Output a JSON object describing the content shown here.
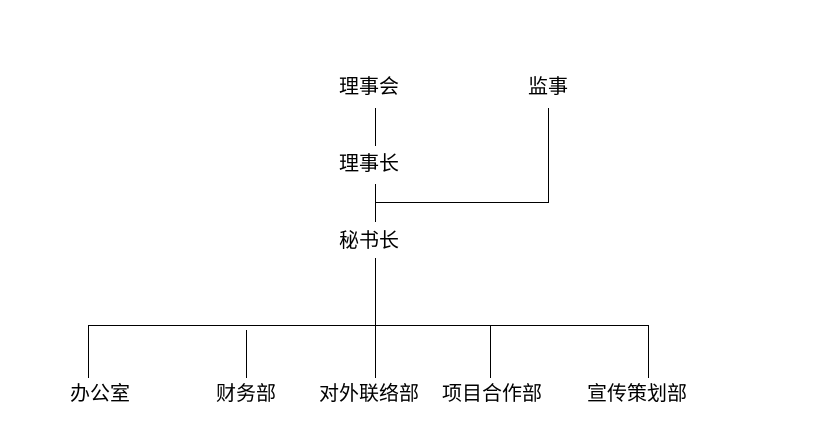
{
  "org_chart": {
    "council": "理事会",
    "supervisor": "监事",
    "chairman": "理事长",
    "secretary_general": "秘书长",
    "departments": [
      {
        "label": "办公室"
      },
      {
        "label": "财务部"
      },
      {
        "label": "对外联络部"
      },
      {
        "label": "项目合作部"
      },
      {
        "label": "宣传策划部"
      }
    ]
  },
  "colors": {
    "background": "#ffffff",
    "line": "#000000",
    "text": "#000000"
  }
}
